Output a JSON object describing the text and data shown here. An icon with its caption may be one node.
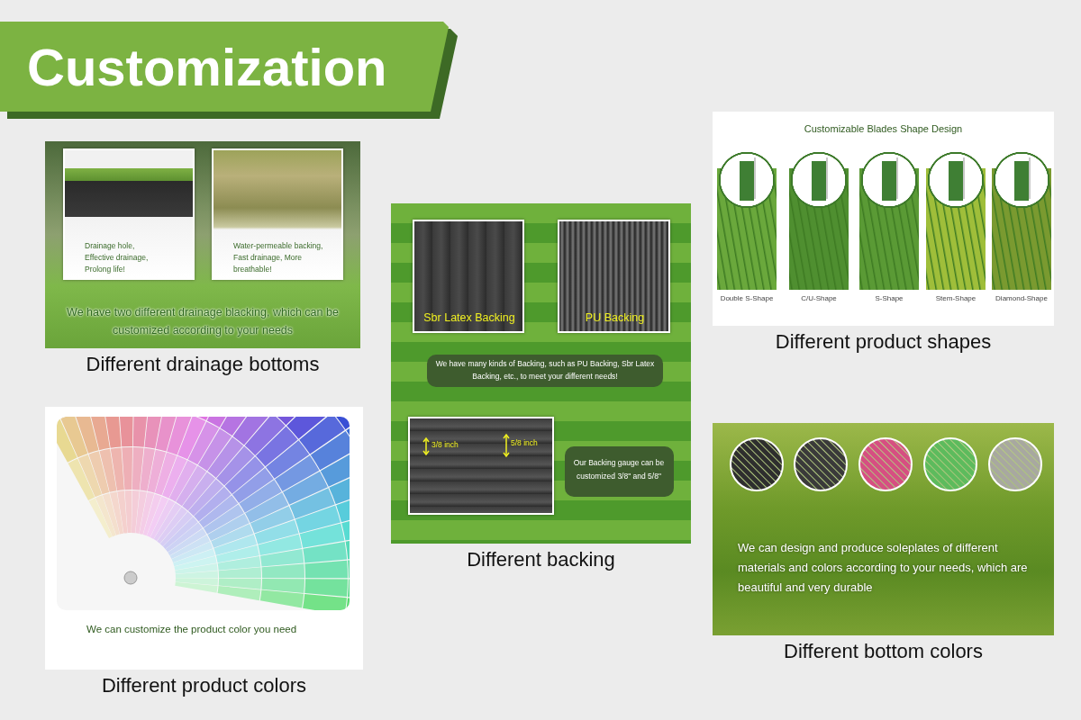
{
  "diagram": {
    "title": "Customization",
    "nodes": [
      {
        "text": [
          "We have two different drainage blacking, which can be customized according to your needs"
        ],
        "beside": [
          "Different drainage bottoms"
        ]
      },
      {
        "text": [
          "Drainage hole, Effective drainage, Prolong life!"
        ],
        "in": 0
      },
      {
        "text": [
          "Water-permeable backing, Fast drainage, More breathable!"
        ],
        "in": 0
      },
      {
        "text": [],
        "shape": "picture",
        "beside": [
          "Different backing"
        ]
      },
      {
        "text": [
          "Sbr Latex Backing"
        ],
        "in": 3
      },
      {
        "text": [
          "PU Backing"
        ],
        "in": 3
      },
      {
        "text": [
          "We have many kinds of Backing, such as PU Backing, Sbr Latex Backing, etc., to meet your different needs!"
        ],
        "in": 3
      },
      {
        "text": [
          "3/8 inch",
          "5/8 inch"
        ],
        "in": 3
      },
      {
        "text": [
          "Our Backing gauge can be customized 3/8\" and 5/8\""
        ],
        "in": 3
      },
      {
        "text": [
          "Customizable Blades Shape Design"
        ],
        "beside": [
          "Different product shapes"
        ]
      },
      {
        "text": [
          "Double S-Shape"
        ],
        "in": 9
      },
      {
        "text": [
          "C/U-Shape"
        ],
        "in": 9
      },
      {
        "text": [
          "S-Shape"
        ],
        "in": 9
      },
      {
        "text": [
          "Stem-Shape"
        ],
        "in": 9
      },
      {
        "text": [
          "Diamond-Shape"
        ],
        "in": 9
      },
      {
        "text": [
          "We can customize the product color you need"
        ],
        "beside": [
          "Different product colors"
        ]
      },
      {
        "text": [
          "We can design and produce soleplates of different materials and colors according to your needs, which are beautiful and very durable"
        ],
        "beside": [
          "Different bottom colors"
        ]
      },
      {
        "text": [],
        "shape": "circle",
        "in": 16
      },
      {
        "text": [],
        "shape": "circle",
        "in": 16
      },
      {
        "text": [],
        "shape": "circle",
        "in": 16
      },
      {
        "text": [],
        "shape": "circle",
        "in": 16
      },
      {
        "text": [],
        "shape": "circle",
        "in": 16
      }
    ]
  }
}
